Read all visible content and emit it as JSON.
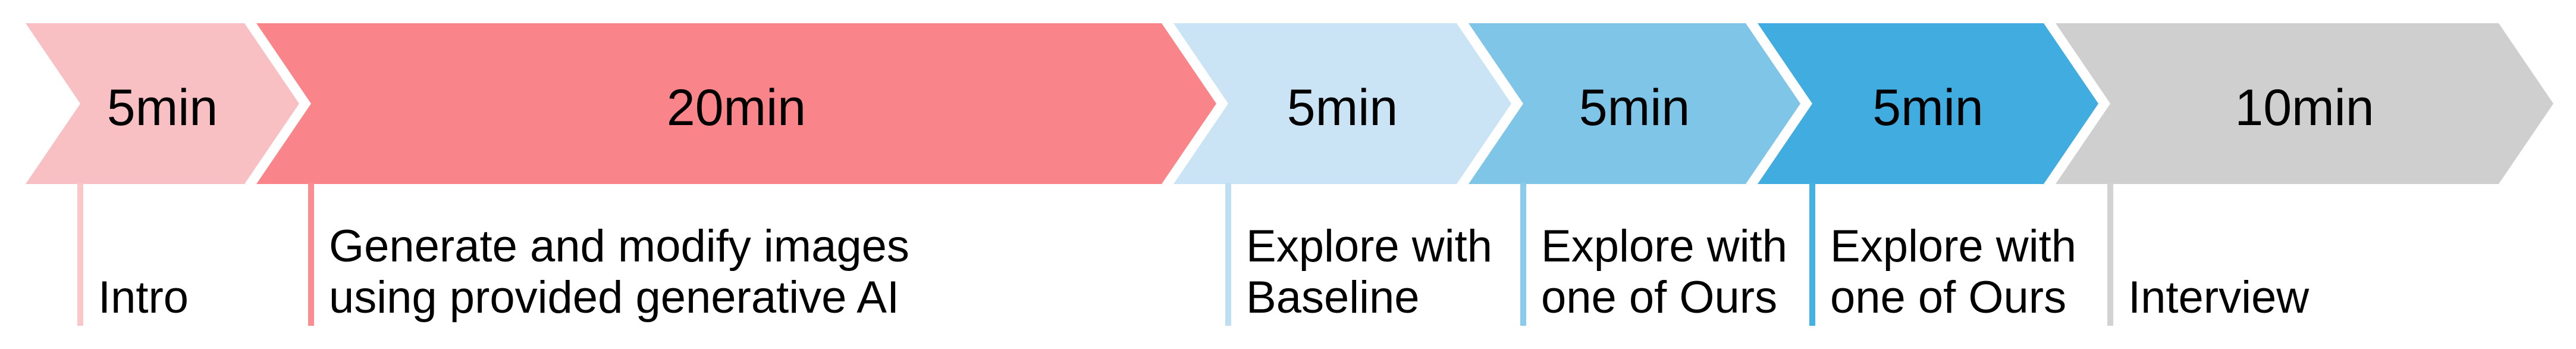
{
  "timeline": {
    "segments": [
      {
        "duration": "5min",
        "label_lines": [
          "Intro"
        ],
        "color": "#F9C0C3",
        "tick_color": "#FBC6C8"
      },
      {
        "duration": "20min",
        "label_lines": [
          "Generate and modify images",
          "using provided generative AI"
        ],
        "color": "#F9858A",
        "tick_color": "#FA8D92"
      },
      {
        "duration": "5min",
        "label_lines": [
          "Explore with",
          "Baseline"
        ],
        "color": "#CBE4F5",
        "tick_color": "#BEDFF2"
      },
      {
        "duration": "5min",
        "label_lines": [
          "Explore with",
          "one of Ours"
        ],
        "color": "#7EC5E8",
        "tick_color": "#8BCBEA"
      },
      {
        "duration": "5min",
        "label_lines": [
          "Explore with",
          "one of Ours"
        ],
        "color": "#41ACDF",
        "tick_color": "#45B0E2"
      },
      {
        "duration": "10min",
        "label_lines": [
          "Interview"
        ],
        "color": "#CFCFCF",
        "tick_color": "#D2D2D2"
      }
    ]
  }
}
